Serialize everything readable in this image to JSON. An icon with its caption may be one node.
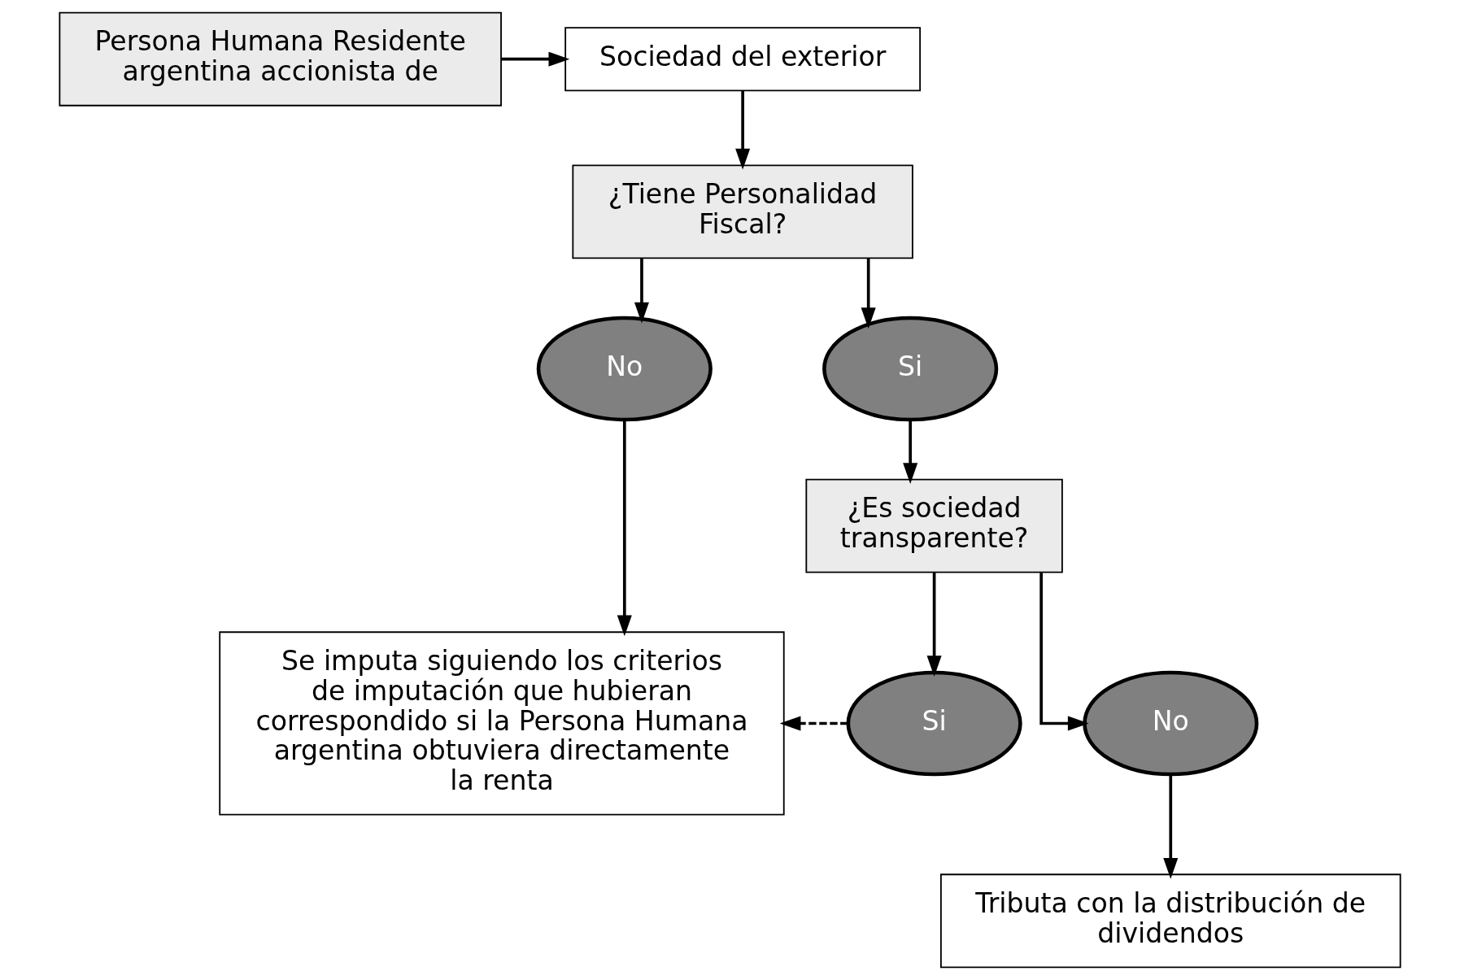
{
  "diagram": {
    "nodes": [
      {
        "text": [
          "Persona Humana Residente argentina accionista de"
        ]
      },
      {
        "text": [
          "Sociedad del exterior"
        ]
      },
      {
        "text": [
          "¿Tiene Personalidad Fiscal?"
        ]
      },
      {
        "text": [
          "No"
        ]
      },
      {
        "text": [
          "Si"
        ]
      },
      {
        "text": [
          "Se imputa siguiendo los criterios de imputación que hubieran correspondido si la Persona Humana argentina obtuviera directamente la renta"
        ]
      },
      {
        "text": [
          "¿Es sociedad transparente?"
        ]
      },
      {
        "text": [
          "Si"
        ]
      },
      {
        "text": [
          "No"
        ]
      },
      {
        "text": [
          "Tributa con la distribución de dividendos"
        ]
      }
    ],
    "edges": [
      {
        "from": 0,
        "to": 1,
        "arrow": "to"
      },
      {
        "from": 1,
        "to": 2,
        "arrow": "to"
      },
      {
        "from": 2,
        "to": 3,
        "arrow": "to"
      },
      {
        "from": 2,
        "to": 4,
        "arrow": "to"
      },
      {
        "from": 3,
        "to": 5,
        "arrow": "to"
      },
      {
        "from": 4,
        "to": 6,
        "arrow": "to"
      },
      {
        "from": 6,
        "to": 7,
        "arrow": "to"
      },
      {
        "from": 6,
        "to": 8,
        "arrow": "to"
      },
      {
        "from": 7,
        "to": 5,
        "arrow": "to",
        "style": "dashed"
      },
      {
        "from": 8,
        "to": 9,
        "arrow": "to"
      }
    ]
  }
}
